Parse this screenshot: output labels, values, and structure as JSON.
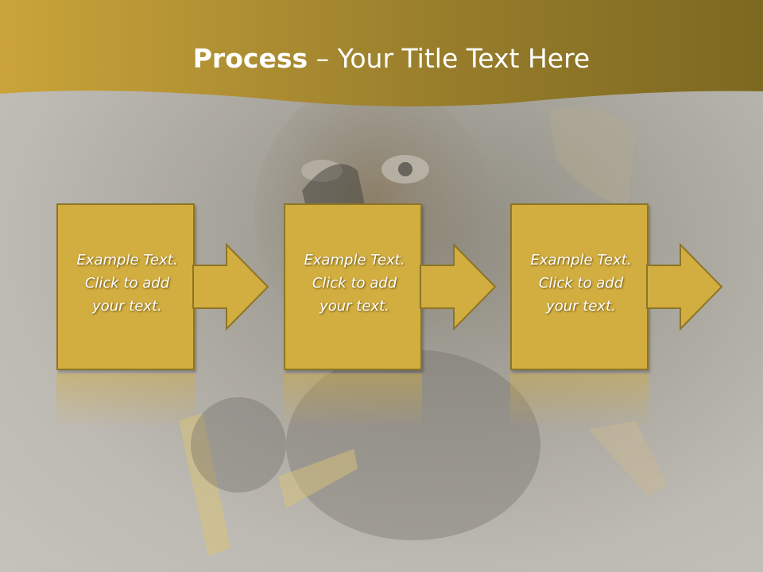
{
  "slide": {
    "title_bold": "Process",
    "title_rest": " – Your Title Text Here",
    "steps": [
      {
        "lines": [
          "Example Text.",
          "Click  to add",
          "your text."
        ]
      },
      {
        "lines": [
          "Example Text.",
          "Click  to add",
          "your text."
        ]
      },
      {
        "lines": [
          "Example Text.",
          "Click  to add",
          "your text."
        ]
      }
    ]
  },
  "colors": {
    "header_gold": "#c9a53a",
    "box_fill": "#d2ad3f",
    "box_border": "#8d7526",
    "text": "#ffffff"
  },
  "icons": [
    "right-arrow-icon"
  ]
}
